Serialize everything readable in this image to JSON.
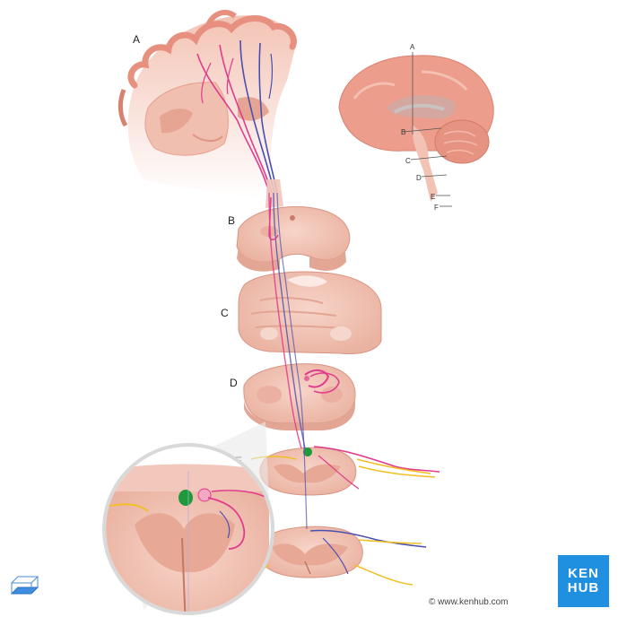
{
  "labels": {
    "A": "A",
    "B": "B",
    "C": "C",
    "D": "D",
    "E": "E"
  },
  "inset_labels": {
    "A": "A",
    "B": "B",
    "C": "C",
    "D": "D",
    "E": "E",
    "F": "F"
  },
  "brand": {
    "line1": "KEN",
    "line2": "HUB",
    "copyright": "© www.kenhub.com"
  },
  "colors": {
    "tissue": "#f2c2b4",
    "gray_matter": "#e6a593",
    "cortex_dark": "#e8937f",
    "motor_tract": "#e23a8c",
    "second_tract": "#4a4fb0",
    "nerve": "#f0c020",
    "nucleus": "#1e9a3c",
    "logo": "#1f8fe0"
  },
  "icons": {
    "plane": "plane-icon"
  }
}
